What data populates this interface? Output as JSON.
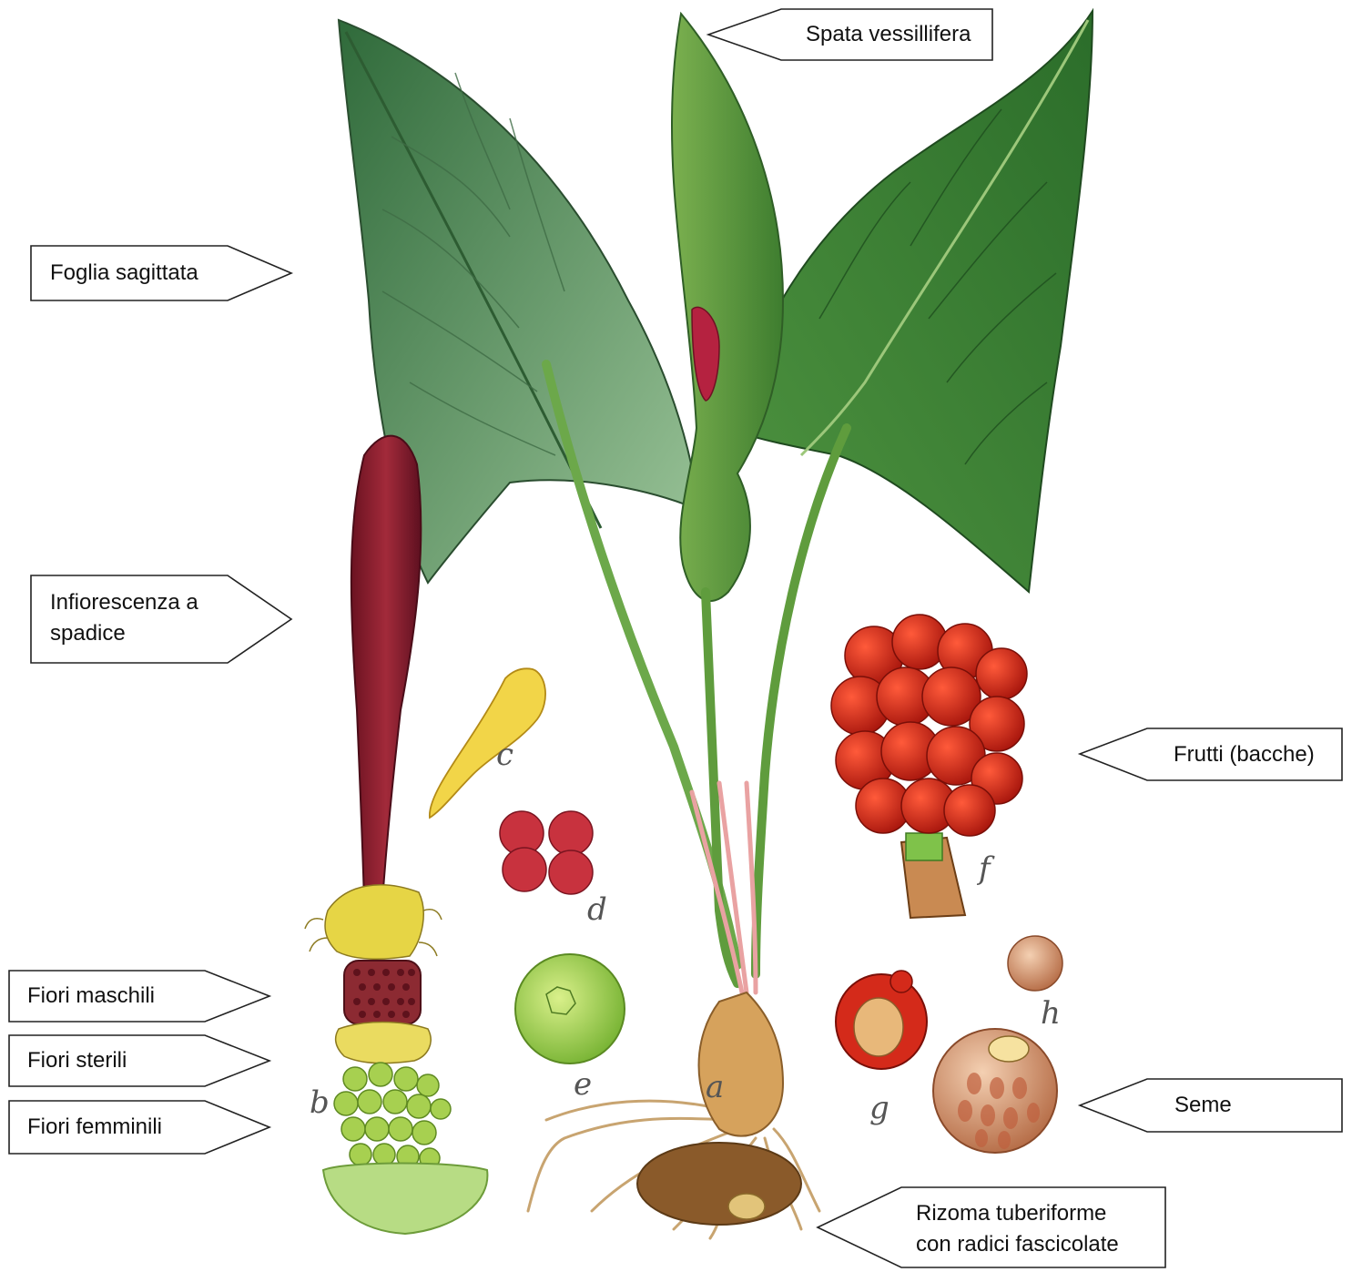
{
  "labels": {
    "spata": "Spata vessillifera",
    "foglia": "Foglia sagittata",
    "infiorescenza": "Infiorescenza a\nspadice",
    "frutti": "Frutti  (bacche)",
    "maschili": "Fiori maschili",
    "sterili": "Fiori sterili",
    "femminili": "Fiori femminili",
    "seme": "Seme",
    "rizoma": "Rizoma tuberiforme\ncon radici fascicolate"
  },
  "letters": {
    "a": "a",
    "b": "b",
    "c": "c",
    "d": "d",
    "e": "e",
    "f": "f",
    "g": "g",
    "h": "h"
  },
  "colors": {
    "leaf_dark": "#2e6a2a",
    "leaf_light": "#6f9a5c",
    "stem_green": "#6aa34a",
    "spadix_red": "#8a1c2c",
    "berry_red": "#d42a1a",
    "flower_yellow": "#e6d545",
    "female_green": "#9cc845",
    "root_tan": "#c08a4a",
    "seed_tan": "#d9a27a"
  }
}
